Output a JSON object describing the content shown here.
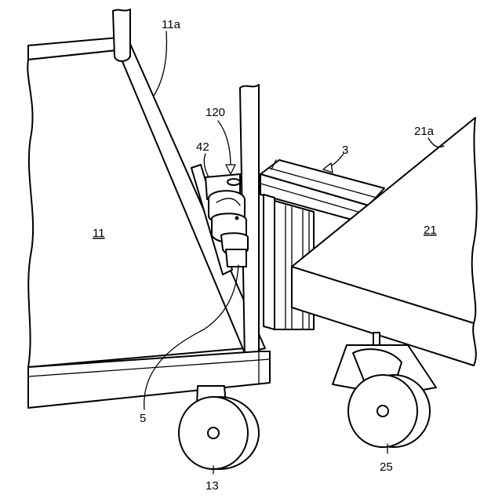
{
  "labels": {
    "cart_a_top": "11a",
    "cart_a_body": "11",
    "hinge_arrow": "120",
    "bracket": "42",
    "rail": "3",
    "cart_b_top": "21a",
    "cart_b_body": "21",
    "connector": "5",
    "wheel_a": "13",
    "wheel_b": "25"
  }
}
